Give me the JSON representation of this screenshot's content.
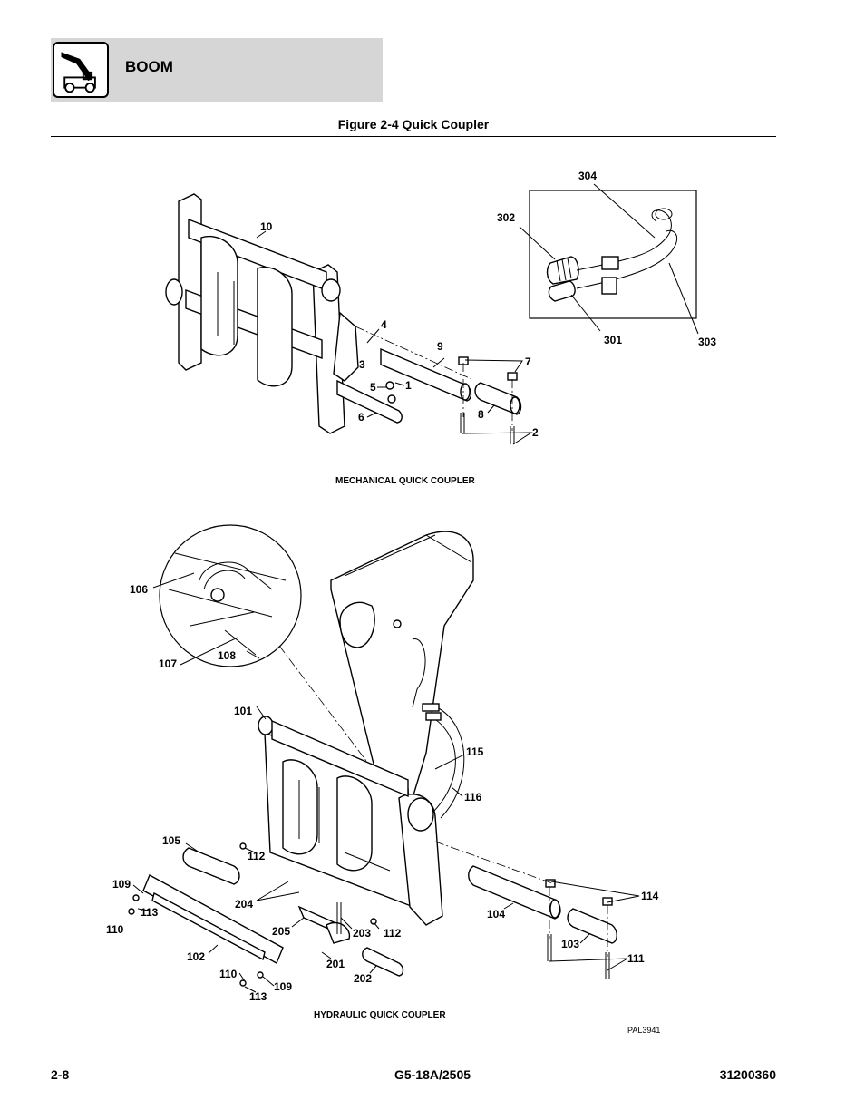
{
  "header": {
    "section": "BOOM",
    "logo_icon": "telehandler-boom-icon"
  },
  "figure": {
    "title": "Figure 2-4 Quick Coupler"
  },
  "mechanical": {
    "caption": "MECHANICAL QUICK COUPLER",
    "callouts": {
      "c10": "10",
      "c4": "4",
      "c3": "3",
      "c9": "9",
      "c7": "7",
      "c5": "5",
      "c1": "1",
      "c6": "6",
      "c8": "8",
      "c2": "2",
      "c304": "304",
      "c302": "302",
      "c301": "301",
      "c303": "303"
    }
  },
  "hydraulic": {
    "caption": "HYDRAULIC QUICK COUPLER",
    "callouts": {
      "c106": "106",
      "c107": "107",
      "c108": "108",
      "c101": "101",
      "c115": "115",
      "c116": "116",
      "c105": "105",
      "c112a": "112",
      "c109a": "109",
      "c113a": "113",
      "c204": "204",
      "c110a": "110",
      "c205": "205",
      "c203": "203",
      "c112b": "112",
      "c104": "104",
      "c114": "114",
      "c103": "103",
      "c102": "102",
      "c201": "201",
      "c111": "111",
      "c110b": "110",
      "c202": "202",
      "c109b": "109",
      "c113b": "113"
    }
  },
  "drawing_id": "PAL3941",
  "footer": {
    "page": "2-8",
    "model": "G5-18A/2505",
    "doc_number": "31200360"
  }
}
